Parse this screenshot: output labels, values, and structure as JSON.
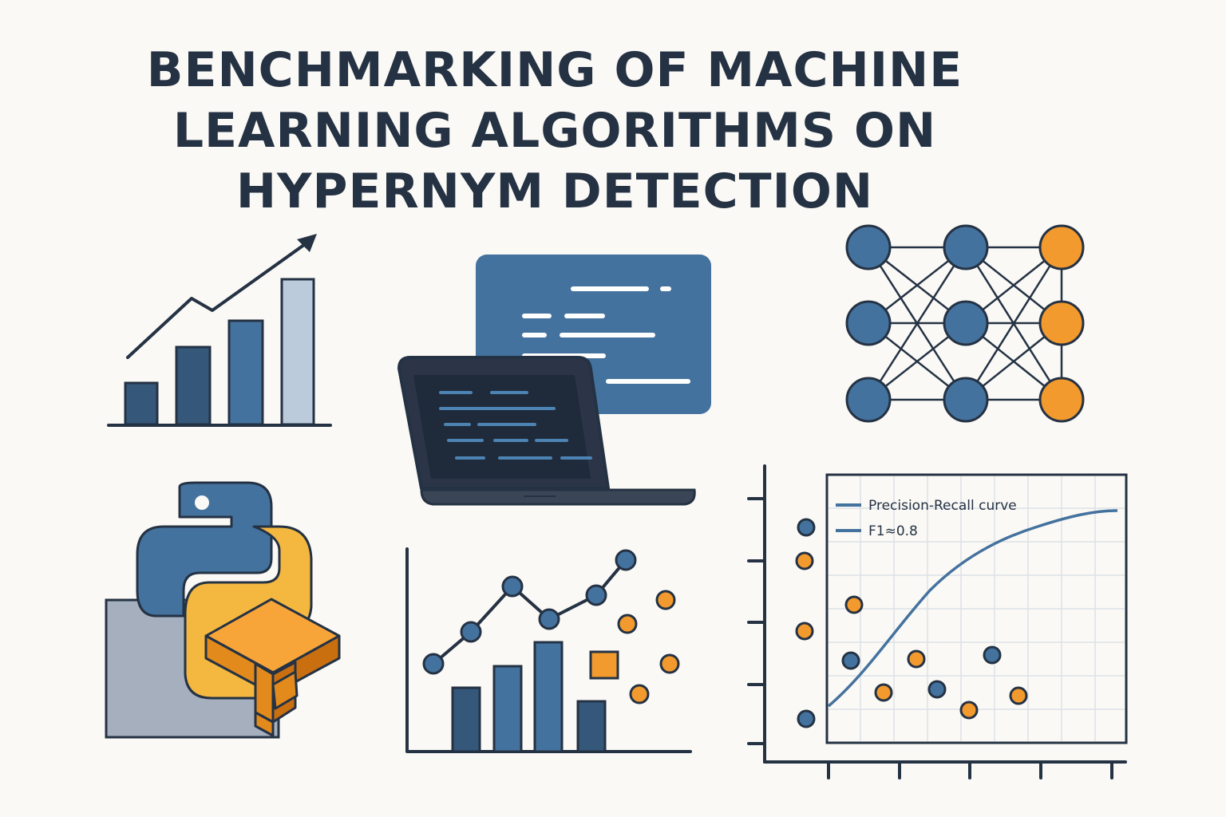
{
  "title_lines": [
    "BENCHMARKING OF MACHINE",
    "LEARNING ALGORITHMS ON",
    "HYPERNYM DETECTION"
  ],
  "colors": {
    "background": "#fbf9f5",
    "dark_navy": "#243244",
    "navy_blue": "#35577a",
    "steel_blue": "#44729e",
    "light_blue": "#bccbdb",
    "orange": "#f29a2e",
    "python_yellow": "#f4b840",
    "gray_panel": "#a5afbd"
  },
  "icons": [
    "trend-bar-chart-icon",
    "laptop-code-icon",
    "neural-network-icon",
    "python-tensorflow-icon",
    "line-bar-scatter-chart-icon",
    "precision-recall-plot-icon"
  ],
  "pr_plot": {
    "legend": [
      "Precision-Recall curve",
      "F1≈0.8"
    ]
  }
}
